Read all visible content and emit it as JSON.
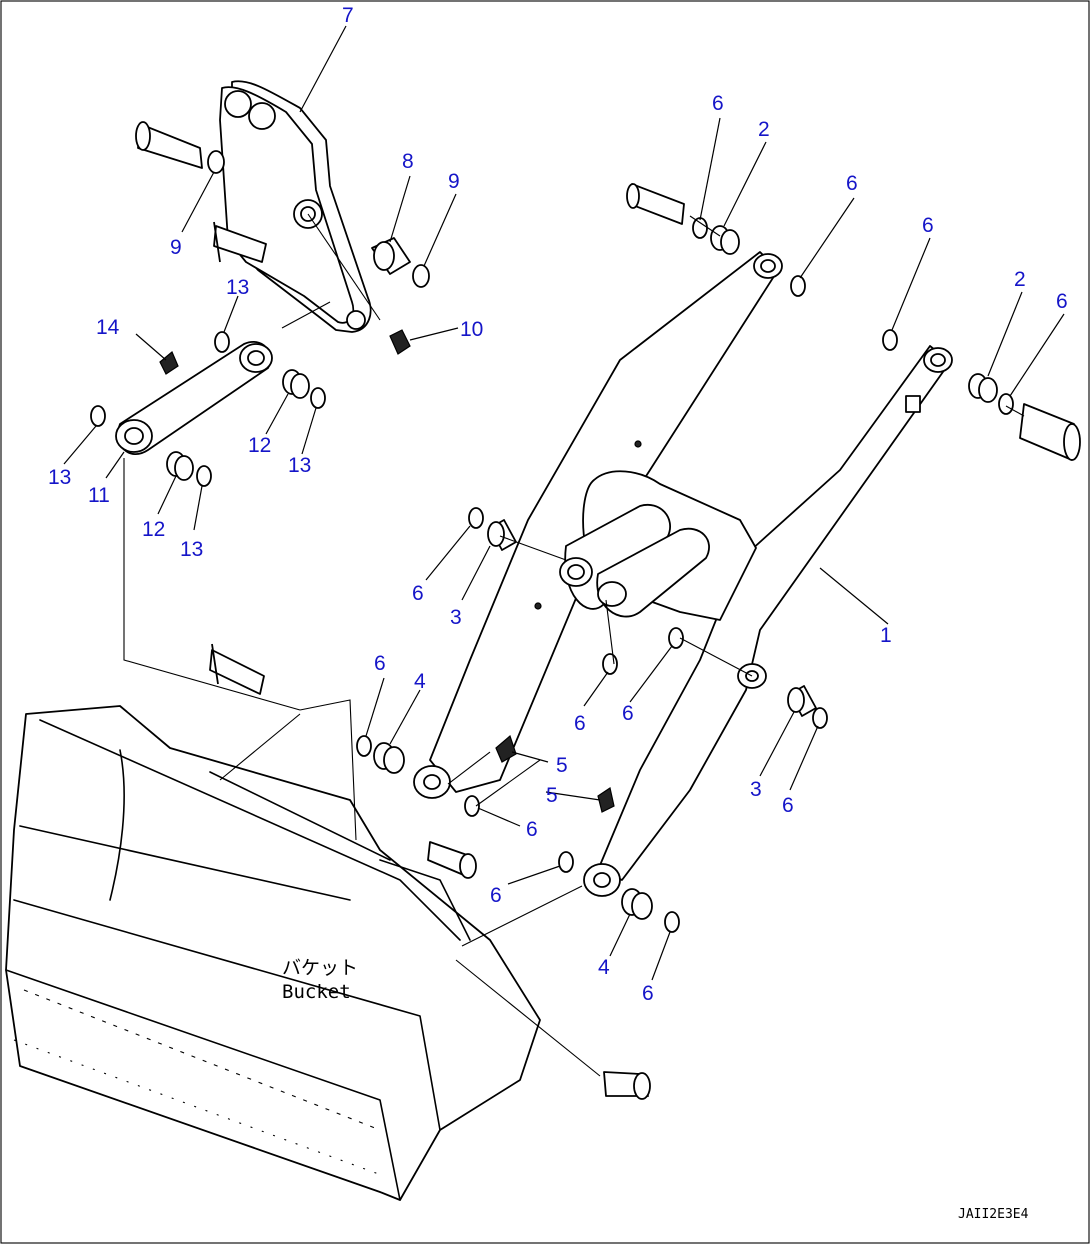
{
  "diagram": {
    "callouts": [
      "1",
      "2",
      "3",
      "4",
      "5",
      "6",
      "7",
      "8",
      "9",
      "10",
      "11",
      "12",
      "13",
      "14"
    ],
    "labels": {
      "bucket_jp": "バケット",
      "bucket_en": "Bucket",
      "drawing_id": "JAII2E3E4"
    }
  }
}
